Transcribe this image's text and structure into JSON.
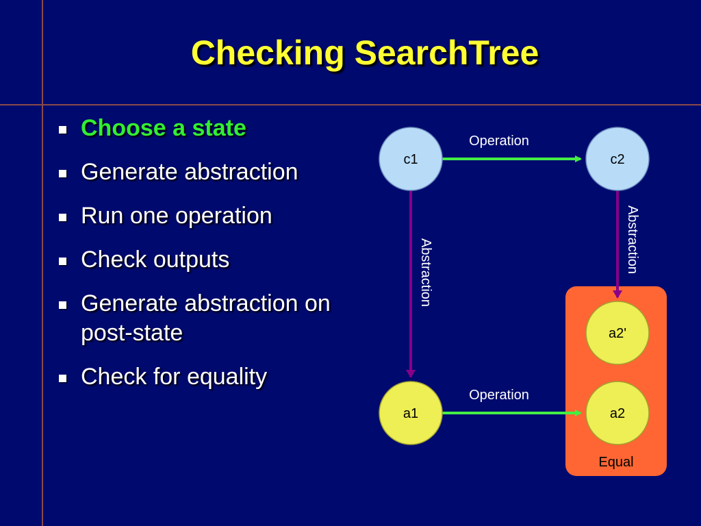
{
  "slide": {
    "title": "Checking SearchTree"
  },
  "bullets": [
    {
      "text": "Choose a state",
      "highlighted": true
    },
    {
      "text": "Generate abstraction",
      "highlighted": false
    },
    {
      "text": "Run one operation",
      "highlighted": false
    },
    {
      "text": "Check outputs",
      "highlighted": false
    },
    {
      "text": "Generate abstraction on post-state",
      "highlighted": false
    },
    {
      "text": "Check for equality",
      "highlighted": false
    }
  ],
  "diagram": {
    "nodes": {
      "c1": "c1",
      "c2": "c2",
      "a1": "a1",
      "a2": "a2",
      "a2p": "a2'"
    },
    "edges": {
      "op_top": "Operation",
      "op_bottom": "Operation",
      "abs_left": "Abstraction",
      "abs_right": "Abstraction"
    },
    "equal_label": "Equal"
  },
  "colors": {
    "background": "#000a6e",
    "title": "#ffff33",
    "highlight": "#33ee33",
    "concrete_node": "#b8dcf8",
    "abstract_node": "#eeee55",
    "operation_arrow": "#44ee44",
    "abstraction_arrow": "#880088",
    "equal_box": "#ff6633"
  }
}
